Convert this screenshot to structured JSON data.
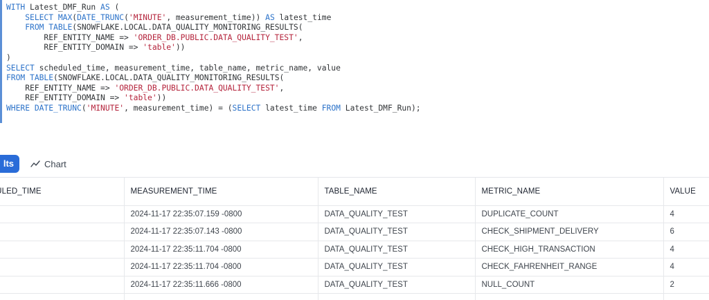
{
  "editor": {
    "lines": [
      [
        [
          "kw",
          "WITH"
        ],
        [
          "txt",
          " Latest_DMF_Run "
        ],
        [
          "kw",
          "AS"
        ],
        [
          "txt",
          " ("
        ]
      ],
      [
        [
          "txt",
          "    "
        ],
        [
          "kw",
          "SELECT"
        ],
        [
          "txt",
          " "
        ],
        [
          "kw",
          "MAX"
        ],
        [
          "txt",
          "("
        ],
        [
          "kw",
          "DATE_TRUNC"
        ],
        [
          "txt",
          "("
        ],
        [
          "str",
          "'MINUTE'"
        ],
        [
          "txt",
          ", measurement_time)) "
        ],
        [
          "kw",
          "AS"
        ],
        [
          "txt",
          " latest_time"
        ]
      ],
      [
        [
          "txt",
          "    "
        ],
        [
          "kw",
          "FROM"
        ],
        [
          "txt",
          " "
        ],
        [
          "kw",
          "TABLE"
        ],
        [
          "txt",
          "(SNOWFLAKE.LOCAL.DATA_QUALITY_MONITORING_RESULTS("
        ]
      ],
      [
        [
          "txt",
          "        REF_ENTITY_NAME => "
        ],
        [
          "str",
          "'ORDER_DB.PUBLIC.DATA_QUALITY_TEST'"
        ],
        [
          "txt",
          ","
        ]
      ],
      [
        [
          "txt",
          "        REF_ENTITY_DOMAIN => "
        ],
        [
          "str",
          "'table'"
        ],
        [
          "txt",
          "))"
        ]
      ],
      [
        [
          "txt",
          ")"
        ]
      ],
      [
        [
          "kw",
          "SELECT"
        ],
        [
          "txt",
          " scheduled_time, measurement_time, table_name, metric_name, value"
        ]
      ],
      [
        [
          "kw",
          "FROM"
        ],
        [
          "txt",
          " "
        ],
        [
          "kw",
          "TABLE"
        ],
        [
          "txt",
          "(SNOWFLAKE.LOCAL.DATA_QUALITY_MONITORING_RESULTS("
        ]
      ],
      [
        [
          "txt",
          "    REF_ENTITY_NAME => "
        ],
        [
          "str",
          "'ORDER_DB.PUBLIC.DATA_QUALITY_TEST'"
        ],
        [
          "txt",
          ","
        ]
      ],
      [
        [
          "txt",
          "    REF_ENTITY_DOMAIN => "
        ],
        [
          "str",
          "'table'"
        ],
        [
          "txt",
          "))"
        ]
      ],
      [
        [
          "kw",
          "WHERE"
        ],
        [
          "txt",
          " "
        ],
        [
          "kw",
          "DATE_TRUNC"
        ],
        [
          "txt",
          "("
        ],
        [
          "str",
          "'MINUTE'"
        ],
        [
          "txt",
          ", measurement_time) = ("
        ],
        [
          "kw",
          "SELECT"
        ],
        [
          "txt",
          " latest_time "
        ],
        [
          "kw",
          "FROM"
        ],
        [
          "txt",
          " Latest_DMF_Run);"
        ]
      ]
    ]
  },
  "toolbar": {
    "results_label": "lts",
    "chart_label": "Chart",
    "chart_icon": "line-chart-icon"
  },
  "colors": {
    "accent": "#2a6cd8",
    "keyword": "#2b72c9",
    "string": "#b4233b"
  },
  "table": {
    "columns": [
      "EDULED_TIME",
      "MEASUREMENT_TIME",
      "TABLE_NAME",
      "METRIC_NAME",
      "VALUE"
    ],
    "rows": [
      [
        "",
        "2024-11-17 22:35:07.159 -0800",
        "DATA_QUALITY_TEST",
        "DUPLICATE_COUNT",
        "4"
      ],
      [
        "",
        "2024-11-17 22:35:07.143 -0800",
        "DATA_QUALITY_TEST",
        "CHECK_SHIPMENT_DELIVERY",
        "6"
      ],
      [
        "",
        "2024-11-17 22:35:11.704 -0800",
        "DATA_QUALITY_TEST",
        "CHECK_HIGH_TRANSACTION",
        "4"
      ],
      [
        "",
        "2024-11-17 22:35:11.704 -0800",
        "DATA_QUALITY_TEST",
        "CHECK_FAHRENHEIT_RANGE",
        "4"
      ],
      [
        "",
        "2024-11-17 22:35:11.666 -0800",
        "DATA_QUALITY_TEST",
        "NULL_COUNT",
        "2"
      ],
      [
        "",
        "",
        "",
        "",
        ""
      ]
    ]
  }
}
